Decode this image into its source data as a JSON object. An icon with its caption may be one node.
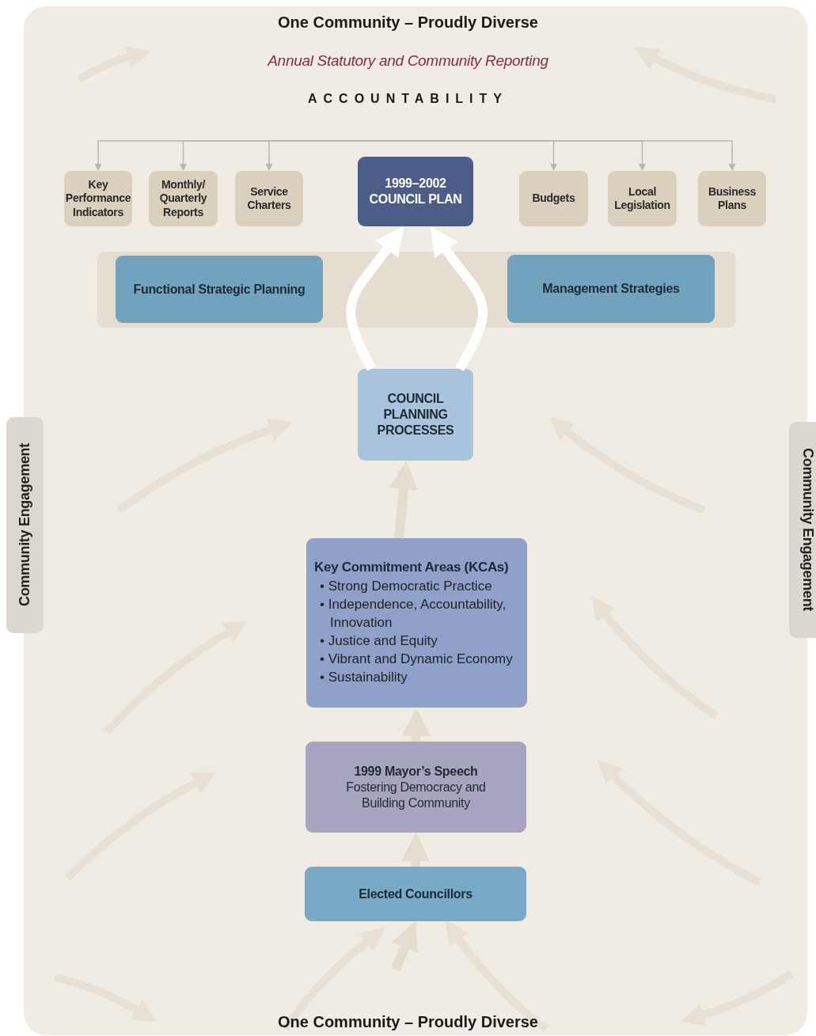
{
  "diagram": {
    "title": "One Community – Proudly Diverse",
    "nodes": [
      {
        "text": [
          "Key Performance Indicators"
        ]
      },
      {
        "text": [
          "Monthly/ Quarterly Reports"
        ]
      },
      {
        "text": [
          "Service Charters"
        ]
      },
      {
        "text": [
          "1999–2002 COUNCIL PLAN"
        ]
      },
      {
        "text": [
          "Budgets"
        ]
      },
      {
        "text": [
          "Local Legislation"
        ]
      },
      {
        "text": [
          "Business Plans"
        ]
      },
      {
        "text": [],
        "shape": "box"
      },
      {
        "text": [
          "Functional Strategic Planning"
        ],
        "in": 7
      },
      {
        "text": [
          "Management Strategies"
        ],
        "in": 7
      },
      {
        "text": [
          "COUNCIL PLANNING PROCESSES"
        ]
      },
      {
        "text": [
          "Key Commitment Areas (KCAs)",
          "• Strong Democratic Practice",
          "• Independence, Accountability, Innovation",
          "• Justice and Equity",
          "• Vibrant and Dynamic Economy",
          "• Sustainability"
        ]
      },
      {
        "text": [
          "1999 Mayor’s Speech",
          "Fostering Democracy and Building Community"
        ]
      },
      {
        "text": [
          "Elected Councillors"
        ]
      },
      {
        "text": [
          "Community Engagement"
        ]
      },
      {
        "text": [
          "Community Engagement"
        ]
      }
    ],
    "edges": [
      {
        "from": null,
        "to": 0,
        "arrow": "to"
      },
      {
        "from": null,
        "to": 1,
        "arrow": "to"
      },
      {
        "from": null,
        "to": 2,
        "arrow": "to"
      },
      {
        "from": null,
        "to": 4,
        "arrow": "to"
      },
      {
        "from": null,
        "to": 5,
        "arrow": "to"
      },
      {
        "from": null,
        "to": 6,
        "arrow": "to"
      },
      {
        "from": 10,
        "to": 3,
        "arrow": "to",
        "style": "thick",
        "color": "#ffffff"
      },
      {
        "from": 10,
        "to": 3,
        "arrow": "to",
        "style": "thick",
        "color": "#ffffff"
      },
      {
        "from": 11,
        "to": 10,
        "arrow": "to",
        "style": "thick",
        "color": "#e2ddcd"
      },
      {
        "from": 12,
        "to": 11,
        "arrow": "to",
        "style": "thick",
        "color": "#e2ddcd"
      },
      {
        "from": 13,
        "to": 12,
        "arrow": "to",
        "style": "thick",
        "color": "#e2ddcd"
      },
      {
        "from": null,
        "to": 13,
        "arrow": "to",
        "style": "thick",
        "color": "#e2ddcd"
      }
    ],
    "labels": [
      "Annual Statutory and Community Reporting",
      "ACCOUNTABILITY",
      "One Community – Proudly Diverse"
    ]
  }
}
